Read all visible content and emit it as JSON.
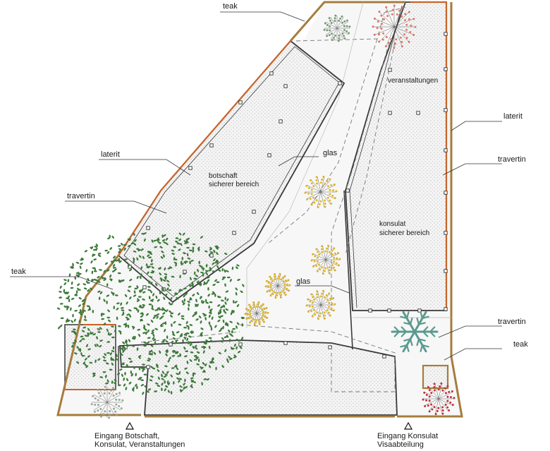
{
  "colors": {
    "background": "#ffffff",
    "paving": "#f2f2f2",
    "wall": "#3a3a3a",
    "laterite": "#c8642a",
    "teak": "#a67c3d",
    "dashed": "#777777",
    "tree_green": "#3d7a3a",
    "tree_yellow": "#e0b52a",
    "tree_teal": "#5a9a8e",
    "tree_red": "#c0303a"
  },
  "labels": {
    "teak_top": "teak",
    "laterit_left": "laterit",
    "travertin_left": "travertin",
    "teak_left": "teak",
    "laterit_right": "laterit",
    "travertin_right": "travertin",
    "travertin_right_lower": "travertin",
    "teak_right": "teak",
    "glas_upper": "glas",
    "glas_lower": "glas",
    "veranstaltungen": "veranstaltungen",
    "botschaft_line1": "botschaft",
    "botschaft_line2": "sicherer bereich",
    "konsulat_line1": "konsulat",
    "konsulat_line2": "sicherer bereich",
    "entrance_left_line1": "Eingang Botschaft,",
    "entrance_left_line2": "Konsulat, Veranstaltungen",
    "entrance_right_line1": "Eingang Konsulat",
    "entrance_right_line2": "Visaabteilung"
  },
  "icons": {
    "entrance_marker": "triangle-outline-icon"
  }
}
